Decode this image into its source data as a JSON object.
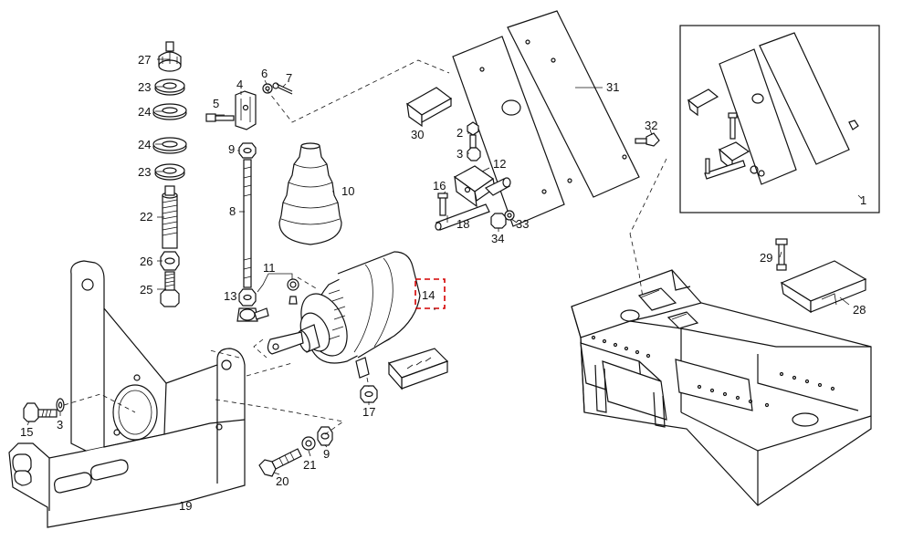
{
  "part_labels": {
    "p1": "1",
    "p2": "2",
    "p3a": "3",
    "p3b": "3",
    "p4": "4",
    "p5": "5",
    "p6": "6",
    "p7": "7",
    "p8": "8",
    "p9a": "9",
    "p9b": "9",
    "p10": "10",
    "p11": "11",
    "p12": "12",
    "p13": "13",
    "p14": "14",
    "p15": "15",
    "p16": "16",
    "p17": "17",
    "p18": "18",
    "p19": "19",
    "p20": "20",
    "p21": "21",
    "p22": "22",
    "p23a": "23",
    "p23b": "23",
    "p24a": "24",
    "p24b": "24",
    "p25": "25",
    "p26": "26",
    "p27": "27",
    "p28": "28",
    "p29": "29",
    "p30": "30",
    "p31": "31",
    "p32": "32",
    "p33": "33",
    "p34": "34"
  },
  "highlight": {
    "label": "14",
    "color": "#d40000"
  }
}
